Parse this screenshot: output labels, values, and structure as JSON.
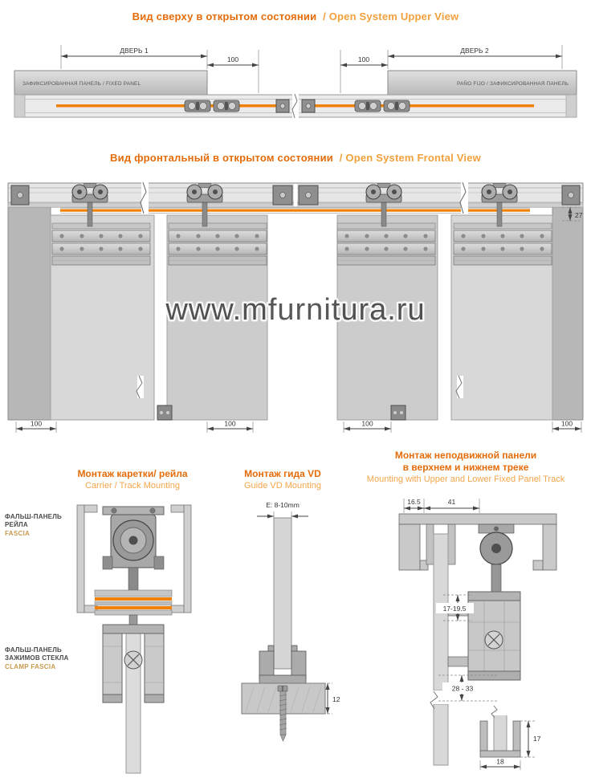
{
  "watermark": "www.mfurnitura.ru",
  "colors": {
    "accent_ru": "#e46c0a",
    "accent_en": "#f2a03c",
    "rail_orange": "#ef8206"
  },
  "upper_view": {
    "title_ru": "Вид сверху в открытом состоянии",
    "title_en": "/ Open System Upper View",
    "door1_label": "ДВЕРЬ 1",
    "door2_label": "ДВЕРЬ 2",
    "overlap_left": "100",
    "overlap_right": "100",
    "fixed_panel_left_label": "ЗАФИКСИРОВАННАЯ ПАНЕЛЬ / FIXED PANEL",
    "fixed_panel_right_label": "PAÑO FIJO / ЗАФИКСИРОВАННАЯ ПАНЕЛЬ"
  },
  "frontal_view": {
    "title_ru": "Вид фронтальный в открытом состоянии",
    "title_en": "/ Open System Frontal View",
    "track_to_glass_dim": "27",
    "overlap_dims": [
      "100",
      "100",
      "100",
      "100"
    ]
  },
  "carrier_detail": {
    "title_ru": "Монтаж каретки/ рейла",
    "title_en": "Carrier / Track Mounting",
    "fascia_ru_line1": "ФАЛЬШ-ПАНЕЛЬ",
    "fascia_ru_line2": "РЕЙЛА",
    "fascia_en": "FASCIA",
    "clamp_ru_line1": "ФАЛЬШ-ПАНЕЛЬ",
    "clamp_ru_line2": "ЗАЖИМОВ СТЕКЛА",
    "clamp_en": "CLAMP FASCIA"
  },
  "guide_detail": {
    "title_ru": "Монтаж гида VD",
    "title_en": "Guide VD Mounting",
    "glass_gap_dim": "E: 8-10mm",
    "guide_height_dim": "12"
  },
  "fixed_panel_detail": {
    "title_ru_line1": "Монтаж неподвижной панели",
    "title_ru_line2": "в верхнем и нижнем треке",
    "title_en": "Mounting with Upper and Lower Fixed Panel Track",
    "dim_top_offset": "16.5",
    "dim_top_width": "41",
    "dim_glass_inset": "17-19.5",
    "dim_bottom_gap": "28 - 33",
    "dim_bottom_track_height": "17",
    "dim_bottom_track_width": "18"
  }
}
